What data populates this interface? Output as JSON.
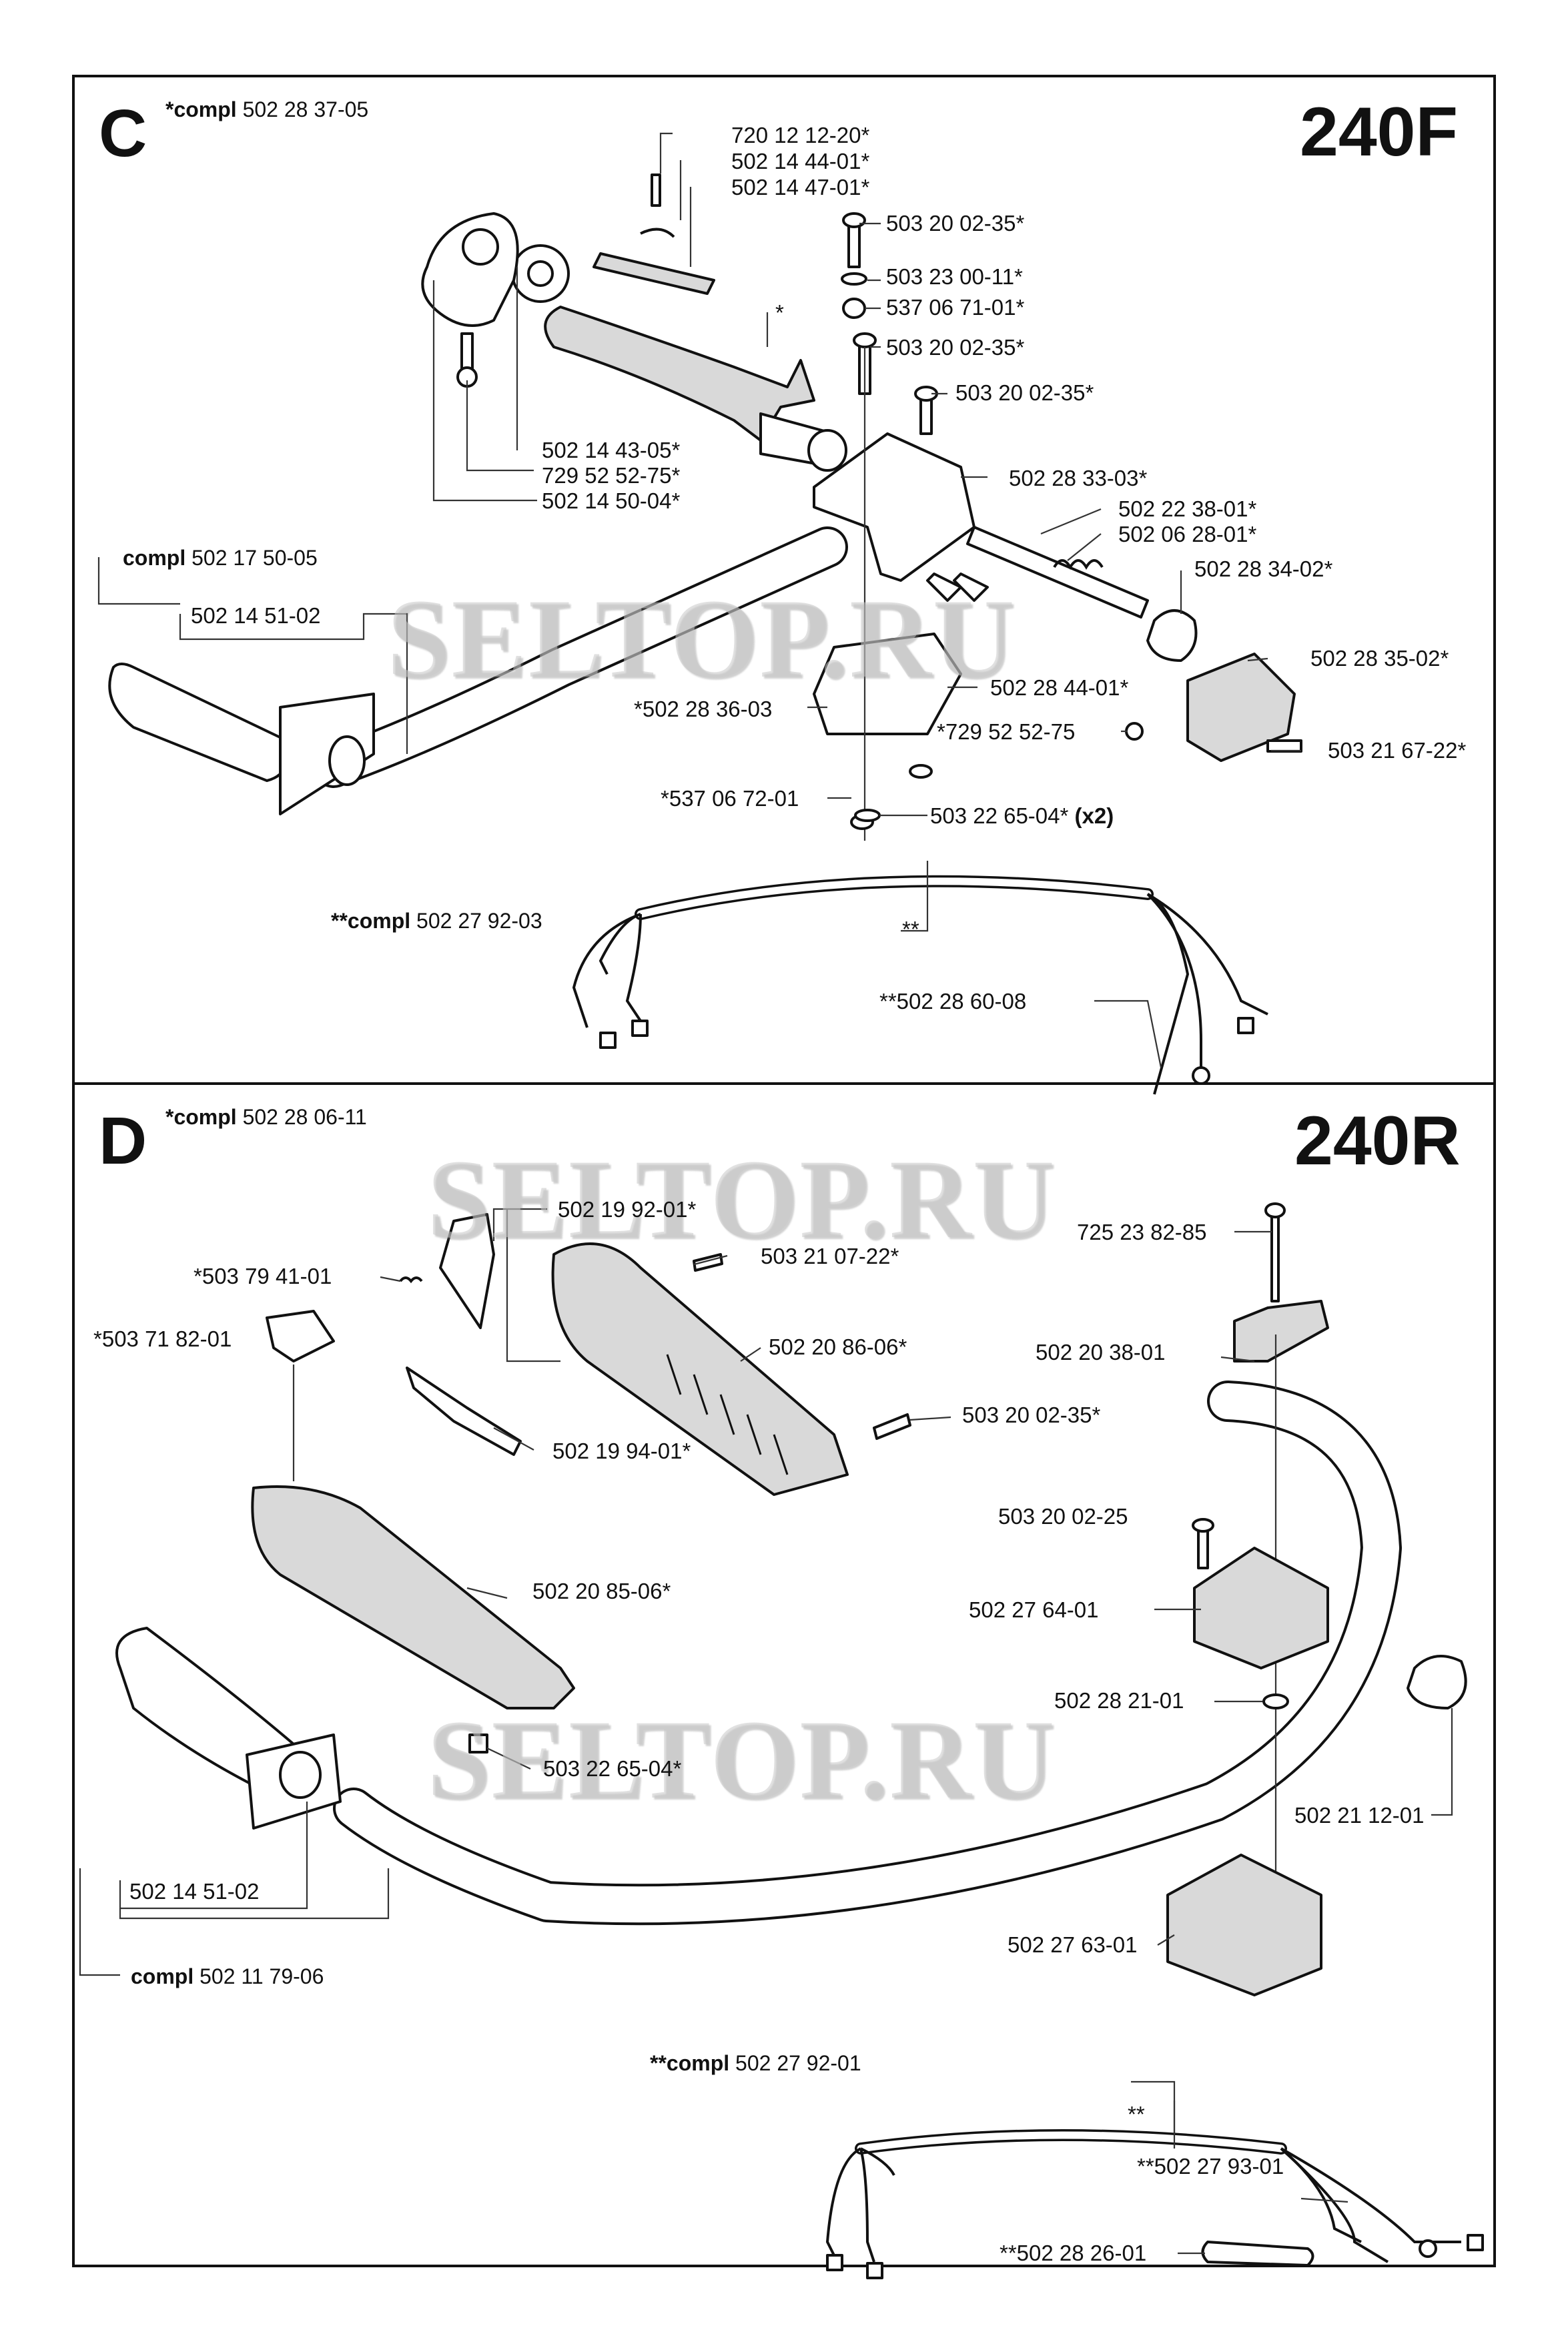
{
  "sectionC": {
    "letter": "C",
    "model": "240F",
    "compl_prefix": "*compl",
    "compl_number": "502 28 37-05",
    "labels": {
      "l1": "720 12 12-20*",
      "l2": "502 14 44-01*",
      "l3": "502 14 47-01*",
      "l4": "503 20 02-35*",
      "l5": "503 23 00-11*",
      "l6": "537 06 71-01*",
      "l7": "503 20 02-35*",
      "l8": "503 20 02-35*",
      "l9": "*",
      "l10": "502 28 33-03*",
      "l11": "502 22 38-01*",
      "l12": "502 06 28-01*",
      "l13": "502 28 34-02*",
      "l14": "502 14 43-05*",
      "l15": "729 52 52-75*",
      "l16": "502 14 50-04*",
      "l17": "502 14 51-02",
      "l18": "502 28 35-02*",
      "l19": "502 28 44-01*",
      "l20": "*502 28 36-03",
      "l21": "*729 52 52-75",
      "l22": "503 21 67-22*",
      "l23": "*537 06 72-01",
      "l24": "503 22 65-04*",
      "l24b": "(x2)",
      "l25": "**",
      "l26": "**502 28 60-08"
    },
    "handle_compl_prefix": "compl",
    "handle_compl_number": "502 17 50-05",
    "cable_compl_prefix": "**compl",
    "cable_compl_number": "502 27 92-03"
  },
  "sectionD": {
    "letter": "D",
    "model": "240R",
    "compl_prefix": "*compl",
    "compl_number": "502 28 06-11",
    "labels": {
      "l1": "502 19 92-01*",
      "l2": "503 21 07-22*",
      "l3": "*503 79 41-01",
      "l4": "*503 71 82-01",
      "l5": "502 20 86-06*",
      "l6": "503 20 02-35*",
      "l7": "502 19 94-01*",
      "l8": "725 23 82-85",
      "l9": "502 20 38-01",
      "l10": "503 20 02-25",
      "l11": "502 20 85-06*",
      "l12": "502 27 64-01",
      "l13": "502 28 21-01",
      "l14": "503 22 65-04*",
      "l15": "502 21 12-01",
      "l16": "502 14 51-02",
      "l17": "502 27 63-01",
      "l18": "**",
      "l19": "**502 27 93-01",
      "l20": "**502 28 26-01"
    },
    "handle_compl_prefix": "compl",
    "handle_compl_number": "502 11 79-06",
    "cable_compl_prefix": "**compl",
    "cable_compl_number": "502 27 92-01"
  },
  "watermarks": [
    "SELTOP.RU",
    "SELTOP.RU",
    "SELTOP.RU"
  ]
}
